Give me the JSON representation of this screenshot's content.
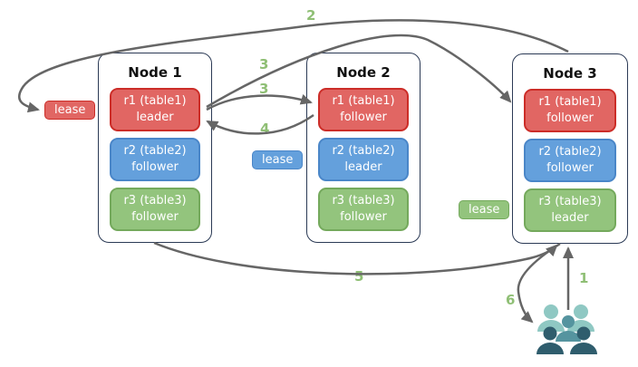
{
  "diagram": {
    "description_labels": {
      "lease": "lease"
    },
    "nodes": [
      {
        "title": "Node 1",
        "replicas": [
          {
            "name": "r1 (table1)",
            "role": "leader",
            "color": "#e16663"
          },
          {
            "name": "r2 (table2)",
            "role": "follower",
            "color": "#64a0dc"
          },
          {
            "name": "r3 (table3)",
            "role": "follower",
            "color": "#93c47d"
          }
        ]
      },
      {
        "title": "Node 2",
        "replicas": [
          {
            "name": "r1 (table1)",
            "role": "follower",
            "color": "#e16663"
          },
          {
            "name": "r2 (table2)",
            "role": "leader",
            "color": "#64a0dc"
          },
          {
            "name": "r3 (table3)",
            "role": "follower",
            "color": "#93c47d"
          }
        ]
      },
      {
        "title": "Node 3",
        "replicas": [
          {
            "name": "r1 (table1)",
            "role": "follower",
            "color": "#e16663"
          },
          {
            "name": "r2 (table2)",
            "role": "follower",
            "color": "#64a0dc"
          },
          {
            "name": "r3 (table3)",
            "role": "leader",
            "color": "#93c47d"
          }
        ]
      }
    ],
    "leases": [
      {
        "label": "lease",
        "color": "#e16663"
      },
      {
        "label": "lease",
        "color": "#64a0dc"
      },
      {
        "label": "lease",
        "color": "#93c47d"
      }
    ],
    "flow_steps": [
      {
        "value": "1"
      },
      {
        "value": "2"
      },
      {
        "value": "3"
      },
      {
        "value": "4"
      },
      {
        "value": "5"
      },
      {
        "value": "6"
      }
    ],
    "icons": {
      "clients": "users-group-icon"
    },
    "colors": {
      "node_border": "#2b3a55",
      "arrow": "#666666",
      "step_label": "#8fbf75",
      "users_back": "#8fc8c3",
      "users_middle": "#55949f",
      "users_front": "#2f5d6d"
    }
  }
}
